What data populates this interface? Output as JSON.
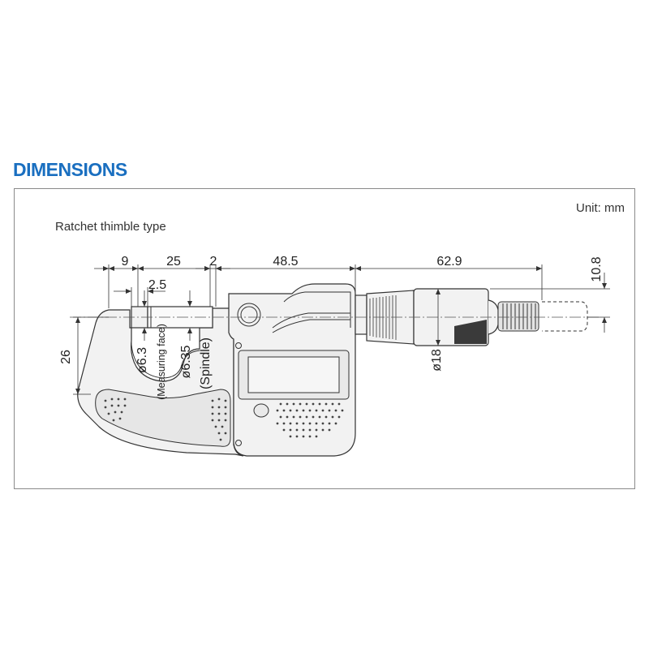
{
  "heading": "DIMENSIONS",
  "unit_label": "Unit: mm",
  "variant_label": "Ratchet thimble type",
  "dimensions": {
    "d9": "9",
    "d25": "25",
    "d2": "2",
    "d48_5": "48.5",
    "d62_9": "62.9",
    "d10_8": "10.8",
    "d2_5": "2.5",
    "d26": "26",
    "phi6_3": "ø6.3",
    "measuring_face": "(Measuring face)",
    "phi6_35": "ø6.35",
    "spindle": "(Spindle)",
    "phi18": "ø18"
  },
  "colors": {
    "heading": "#1a6fc0",
    "frame_border": "#8a8a8a",
    "body_fill": "#f2f2f2",
    "line": "#333333"
  }
}
